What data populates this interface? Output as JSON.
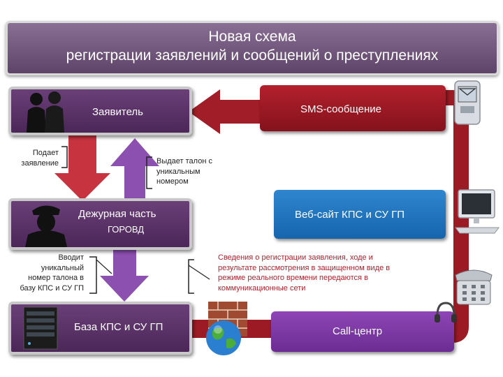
{
  "title": {
    "line1": "Новая схема",
    "line2": "регистрации заявлений и сообщений о преступлениях"
  },
  "nodes": {
    "applicant": "Заявитель",
    "sms": "SMS-сообщение",
    "duty_line1": "Дежурная часть",
    "duty_line2": "ГОРОВД",
    "website": "Веб-сайт КПС и СУ ГП",
    "database": "База КПС и СУ ГП",
    "callcenter": "Call-центр"
  },
  "notes": {
    "submits": [
      "Подает",
      "заявление"
    ],
    "issues": [
      "Выдает талон с",
      "уникальным",
      "номером"
    ],
    "enters": [
      "Вводит",
      "уникальный",
      "номер талона в",
      "базу КПС и СУ ГП"
    ],
    "info": [
      "Сведения о регистрации заявления, ходе и",
      "результате рассмотрения в защищенном виде в",
      "режиме реального времени передаются в",
      "коммуникационные сети"
    ]
  },
  "icons": [
    "person-silhouettes-icon",
    "officer-silhouette-icon",
    "server-icon",
    "firewall-icon",
    "globe-icon",
    "phone-sms-icon",
    "computer-monitor-icon",
    "desk-phone-icon"
  ],
  "colors": {
    "title": "#6b5177",
    "red": "#b3202c",
    "purple": "#5a3268",
    "blue": "#1f78c1",
    "violet": "#7b38a6"
  }
}
